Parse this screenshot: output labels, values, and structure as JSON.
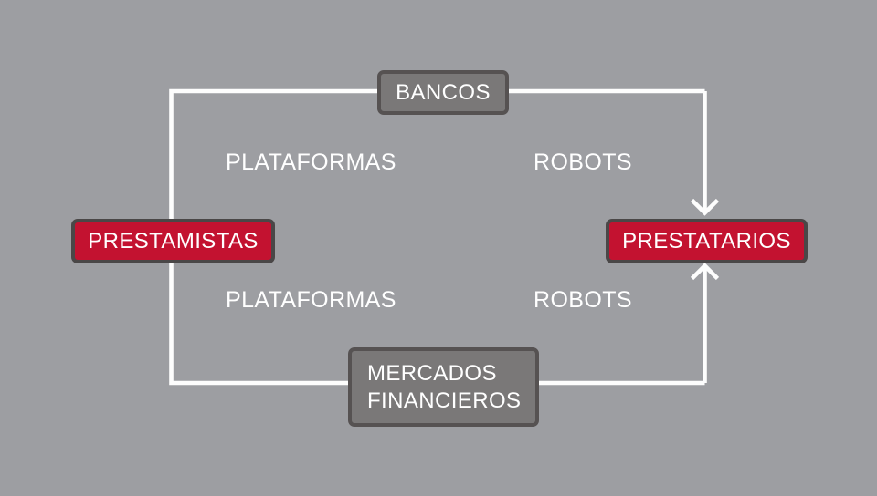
{
  "colors": {
    "background": "#9d9ea2",
    "connector": "#fdfdfd",
    "gray_node_fill": "#7a7878",
    "gray_node_border": "#565252",
    "red_node_fill": "#c31230",
    "red_node_border": "#4a4747",
    "label_text": "#ffffff"
  },
  "nodes": {
    "bancos": {
      "label": "BANCOS"
    },
    "prestamistas": {
      "label": "PRESTAMISTAS"
    },
    "prestatarios": {
      "label": "PRESTATARIOS"
    },
    "mercados_financieros": {
      "label_line1": "MERCADOS",
      "label_line2": "FINANCIEROS"
    }
  },
  "edge_labels": {
    "top_channel_left": "PLATAFORMAS",
    "top_channel_right": "ROBOTS",
    "bottom_channel_left": "PLATAFORMAS",
    "bottom_channel_right": "ROBOTS"
  },
  "flow": {
    "from": "PRESTAMISTAS",
    "to": "PRESTATARIOS",
    "via_top": "BANCOS",
    "via_bottom": "MERCADOS FINANCIEROS"
  }
}
